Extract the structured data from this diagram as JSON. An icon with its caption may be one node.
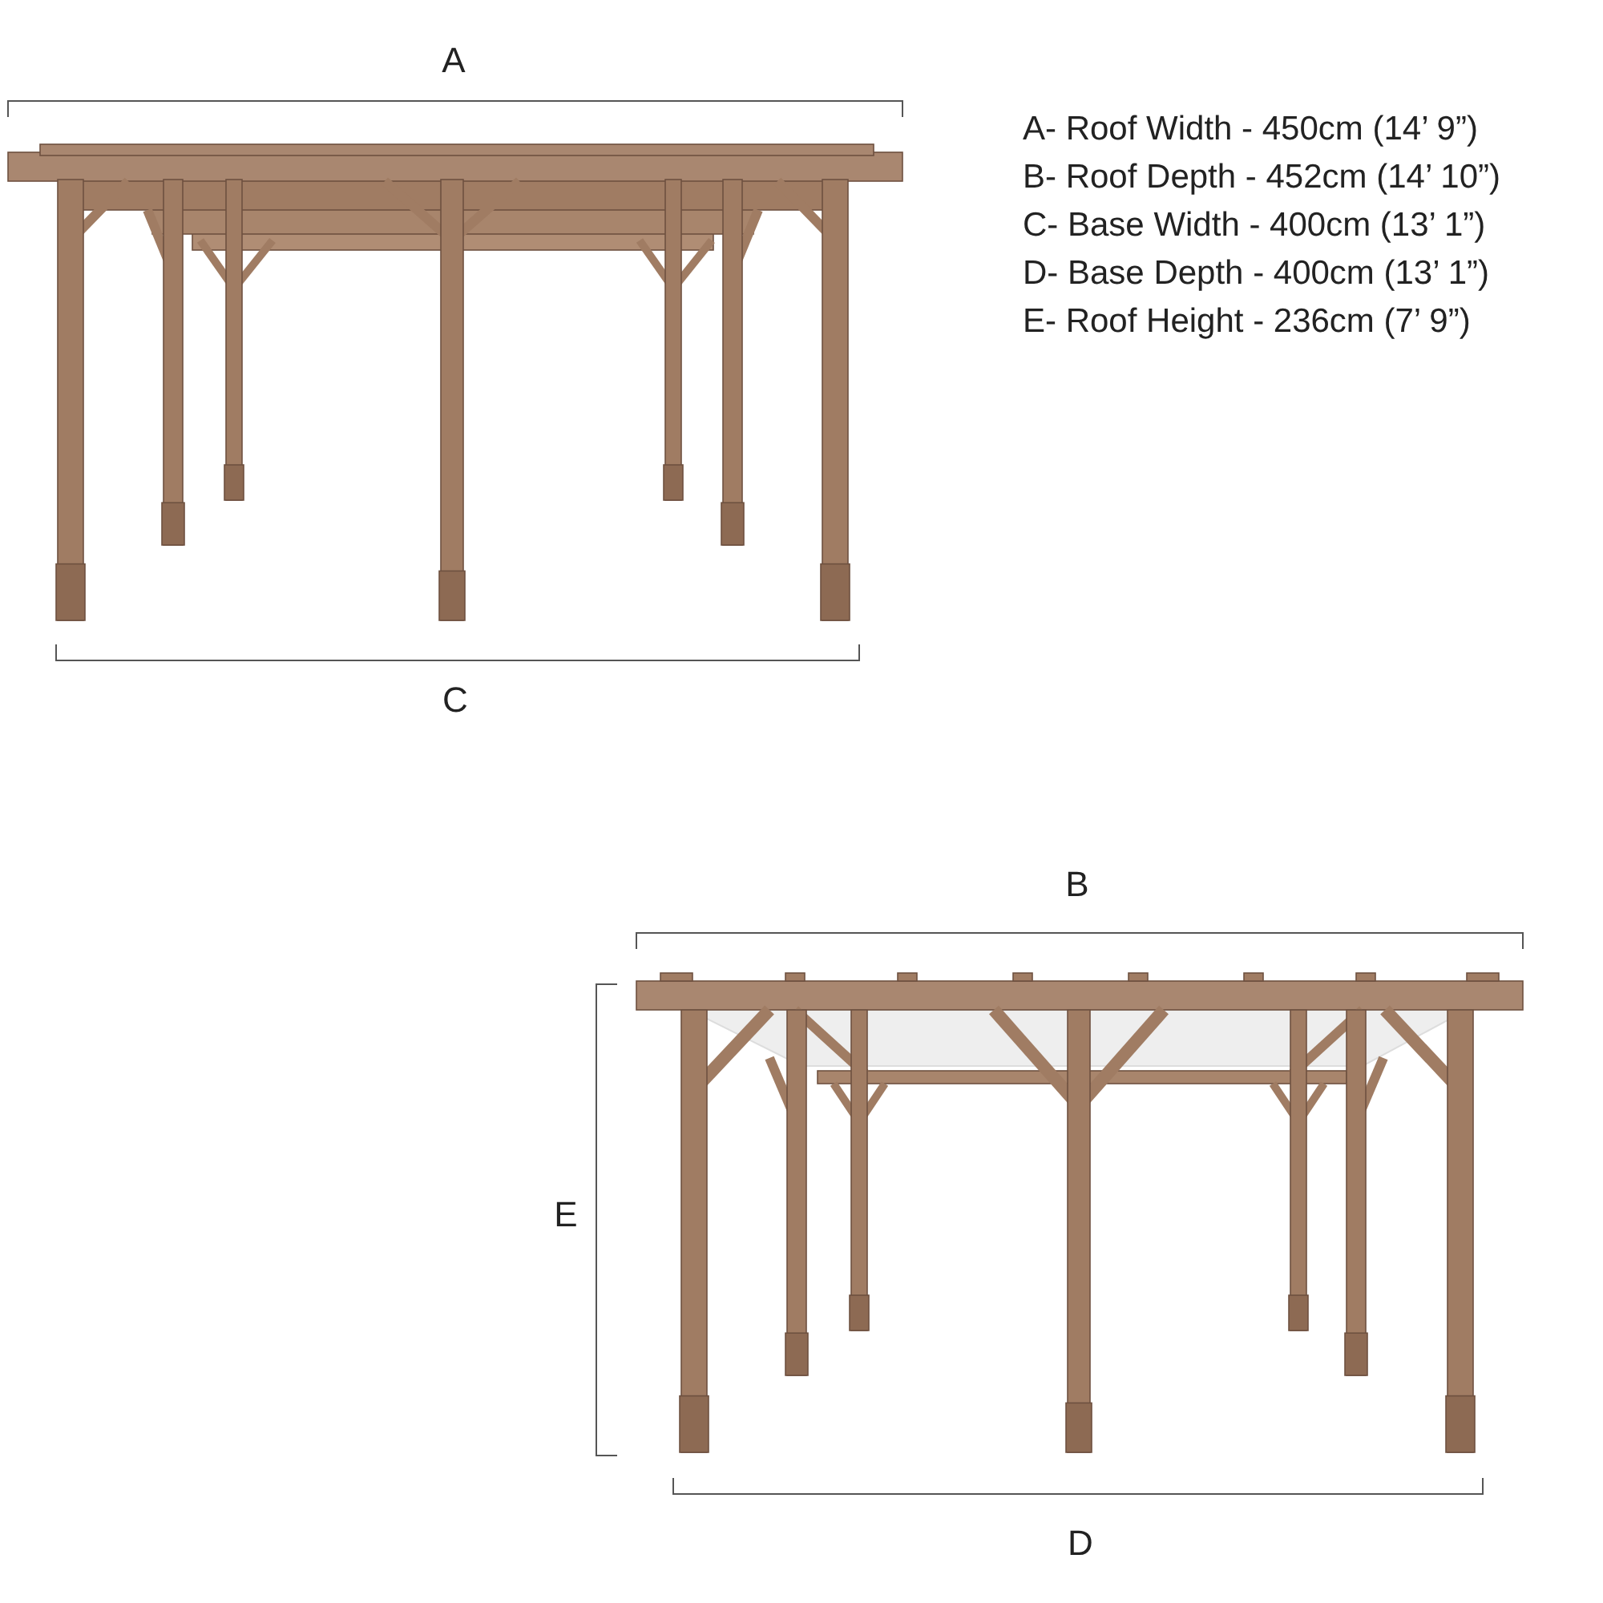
{
  "diagram": {
    "labels": [
      "A",
      "A- Roof Width - 450cm (14’ 9”)",
      "B- Roof Depth - 452cm (14’ 10”)",
      "C- Base Width - 400cm (13’ 1”)",
      "D- Base Depth - 400cm (13’ 1”)",
      "E- Roof Height - 236cm (7’ 9”)",
      "C",
      "B",
      "E",
      "D"
    ]
  }
}
